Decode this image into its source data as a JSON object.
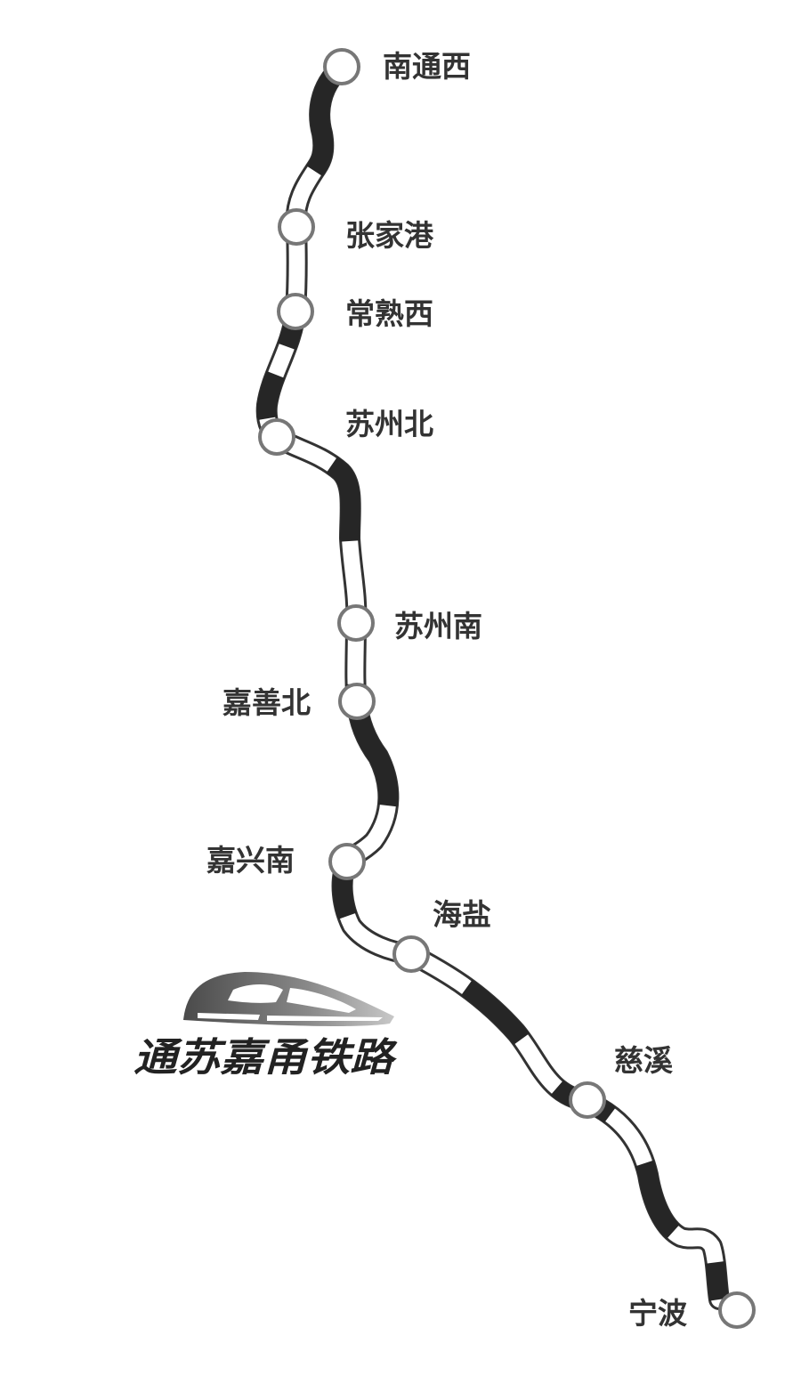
{
  "line_name": "通苏嘉甬铁路",
  "stations": [
    {
      "id": "nantongxi",
      "name": "南通西"
    },
    {
      "id": "zhangjiagang",
      "name": "张家港"
    },
    {
      "id": "changshuxi",
      "name": "常熟西"
    },
    {
      "id": "suzhoubei",
      "name": "苏州北"
    },
    {
      "id": "suzhounan",
      "name": "苏州南"
    },
    {
      "id": "jiashanbei",
      "name": "嘉善北"
    },
    {
      "id": "jiaxingnan",
      "name": "嘉兴南"
    },
    {
      "id": "haiyan",
      "name": "海盐"
    },
    {
      "id": "cixi",
      "name": "慈溪"
    },
    {
      "id": "ningbo",
      "name": "宁波"
    }
  ],
  "colors": {
    "track_dark": "#262626",
    "track_light": "#ffffff",
    "track_outline": "#333333",
    "station_fill": "#ffffff",
    "station_stroke": "#777777",
    "label": "#333333"
  }
}
